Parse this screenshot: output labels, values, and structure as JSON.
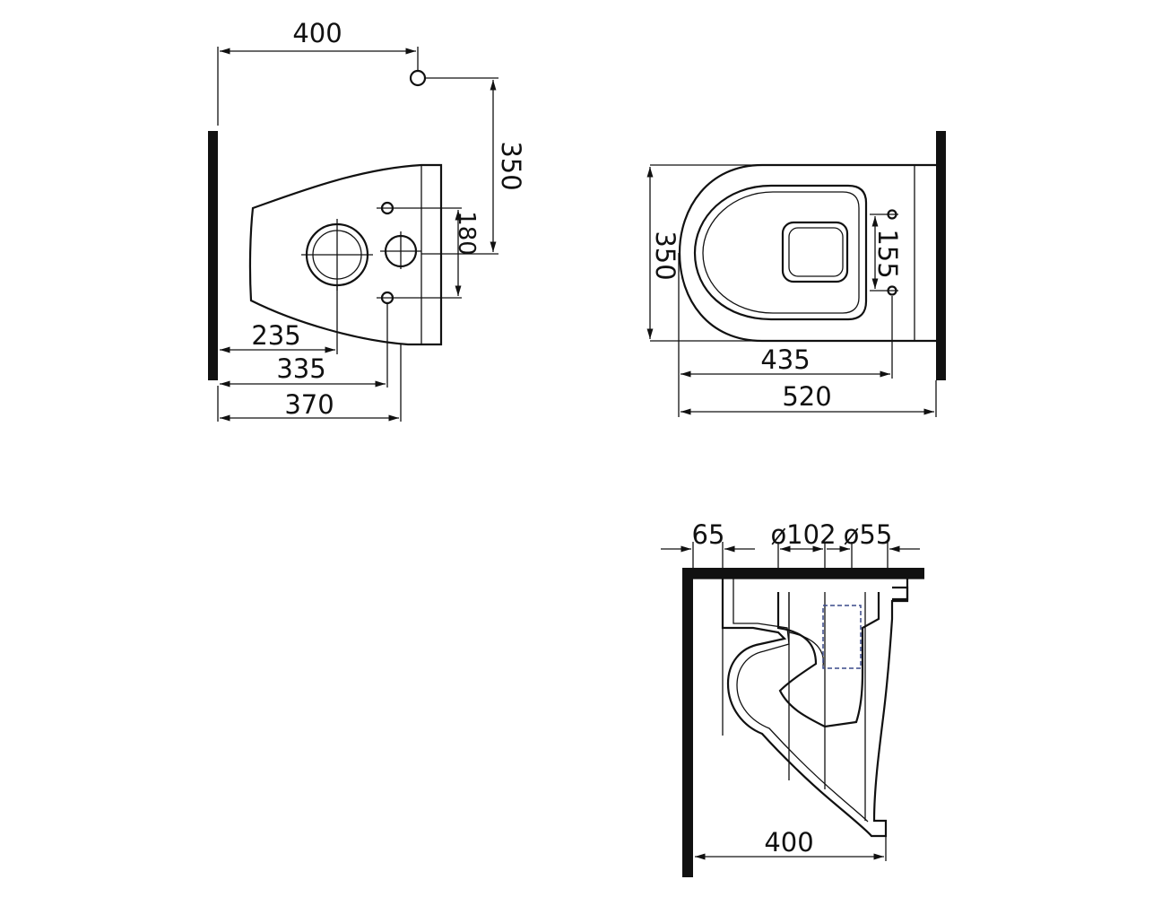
{
  "colors": {
    "ink": "#111111",
    "background": "#ffffff",
    "hidden_line": "#3a4a8a"
  },
  "side_view": {
    "dims": {
      "width_top": "400",
      "height": "350",
      "bolt_spacing": "180",
      "d1": "235",
      "d2": "335",
      "d3": "370"
    }
  },
  "top_view": {
    "dims": {
      "width": "350",
      "bolt_spacing": "155",
      "d1": "435",
      "length": "520"
    }
  },
  "section_view": {
    "dims": {
      "offset": "65",
      "outlet": "ø102",
      "inlet": "ø55",
      "depth": "400"
    }
  }
}
